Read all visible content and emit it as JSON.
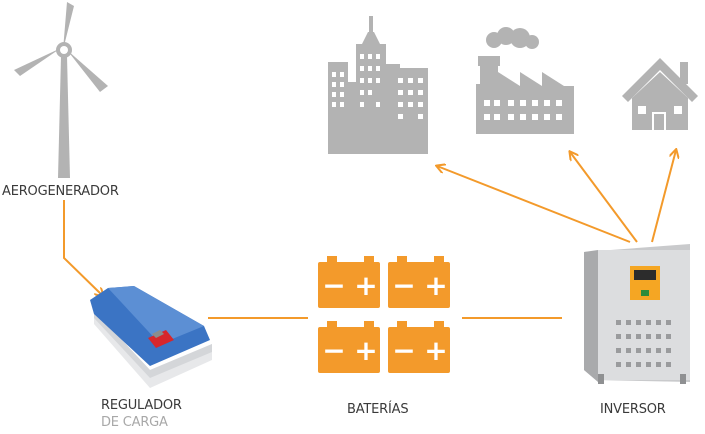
{
  "labels": {
    "wind_turbine": "AEROGENERADOR",
    "charge_regulator_line1": "REGULADOR",
    "charge_regulator_line2": "DE CARGA",
    "batteries": "BATERÍAS",
    "inverter": "INVERSOR"
  },
  "battery_terminals": {
    "negative": "−",
    "positive": "+"
  },
  "colors": {
    "arrow": "#f39a2b",
    "battery": "#f39a2b",
    "building": "#b3b3b3",
    "regulator_blue": "#3b74c4",
    "regulator_red": "#d7262b",
    "inverter_gray": "#cfd0d2",
    "inverter_panel": "#f5a623"
  },
  "icons": [
    "wind-turbine-icon",
    "city-buildings-icon",
    "factory-icon",
    "house-icon",
    "charge-regulator-icon",
    "battery-icon",
    "inverter-icon"
  ]
}
